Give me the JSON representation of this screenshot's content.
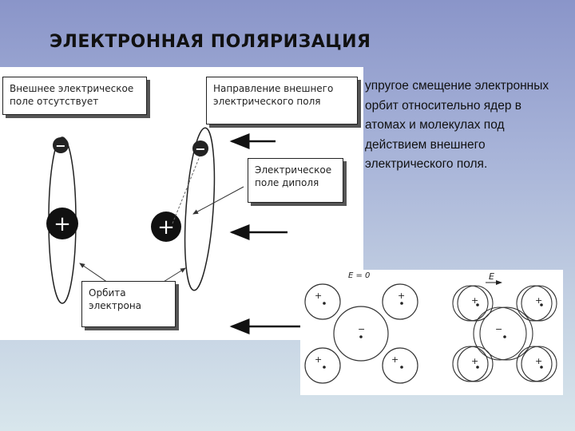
{
  "slide": {
    "title": "ЭЛЕКТРОННАЯ ПОЛЯРИЗАЦИЯ",
    "description": "упругое смещение электронных орбит относительно ядер в атомах и молекулах под действием внешнего электрического поля."
  },
  "left_diagram": {
    "no_field_label": "Внешнее электрическое поле отсутствует",
    "field_direction_label": "Направление внешнего электрического поля",
    "dipole_field_label": "Электрическое поле диполя",
    "orbit_label": "Орбита электрона",
    "minus_sign": "−",
    "plus_sign": "+"
  },
  "right_diagram": {
    "field_zero_label": "E = 0",
    "field_label": "E",
    "plus_sign": "+",
    "minus_sign": "−"
  }
}
